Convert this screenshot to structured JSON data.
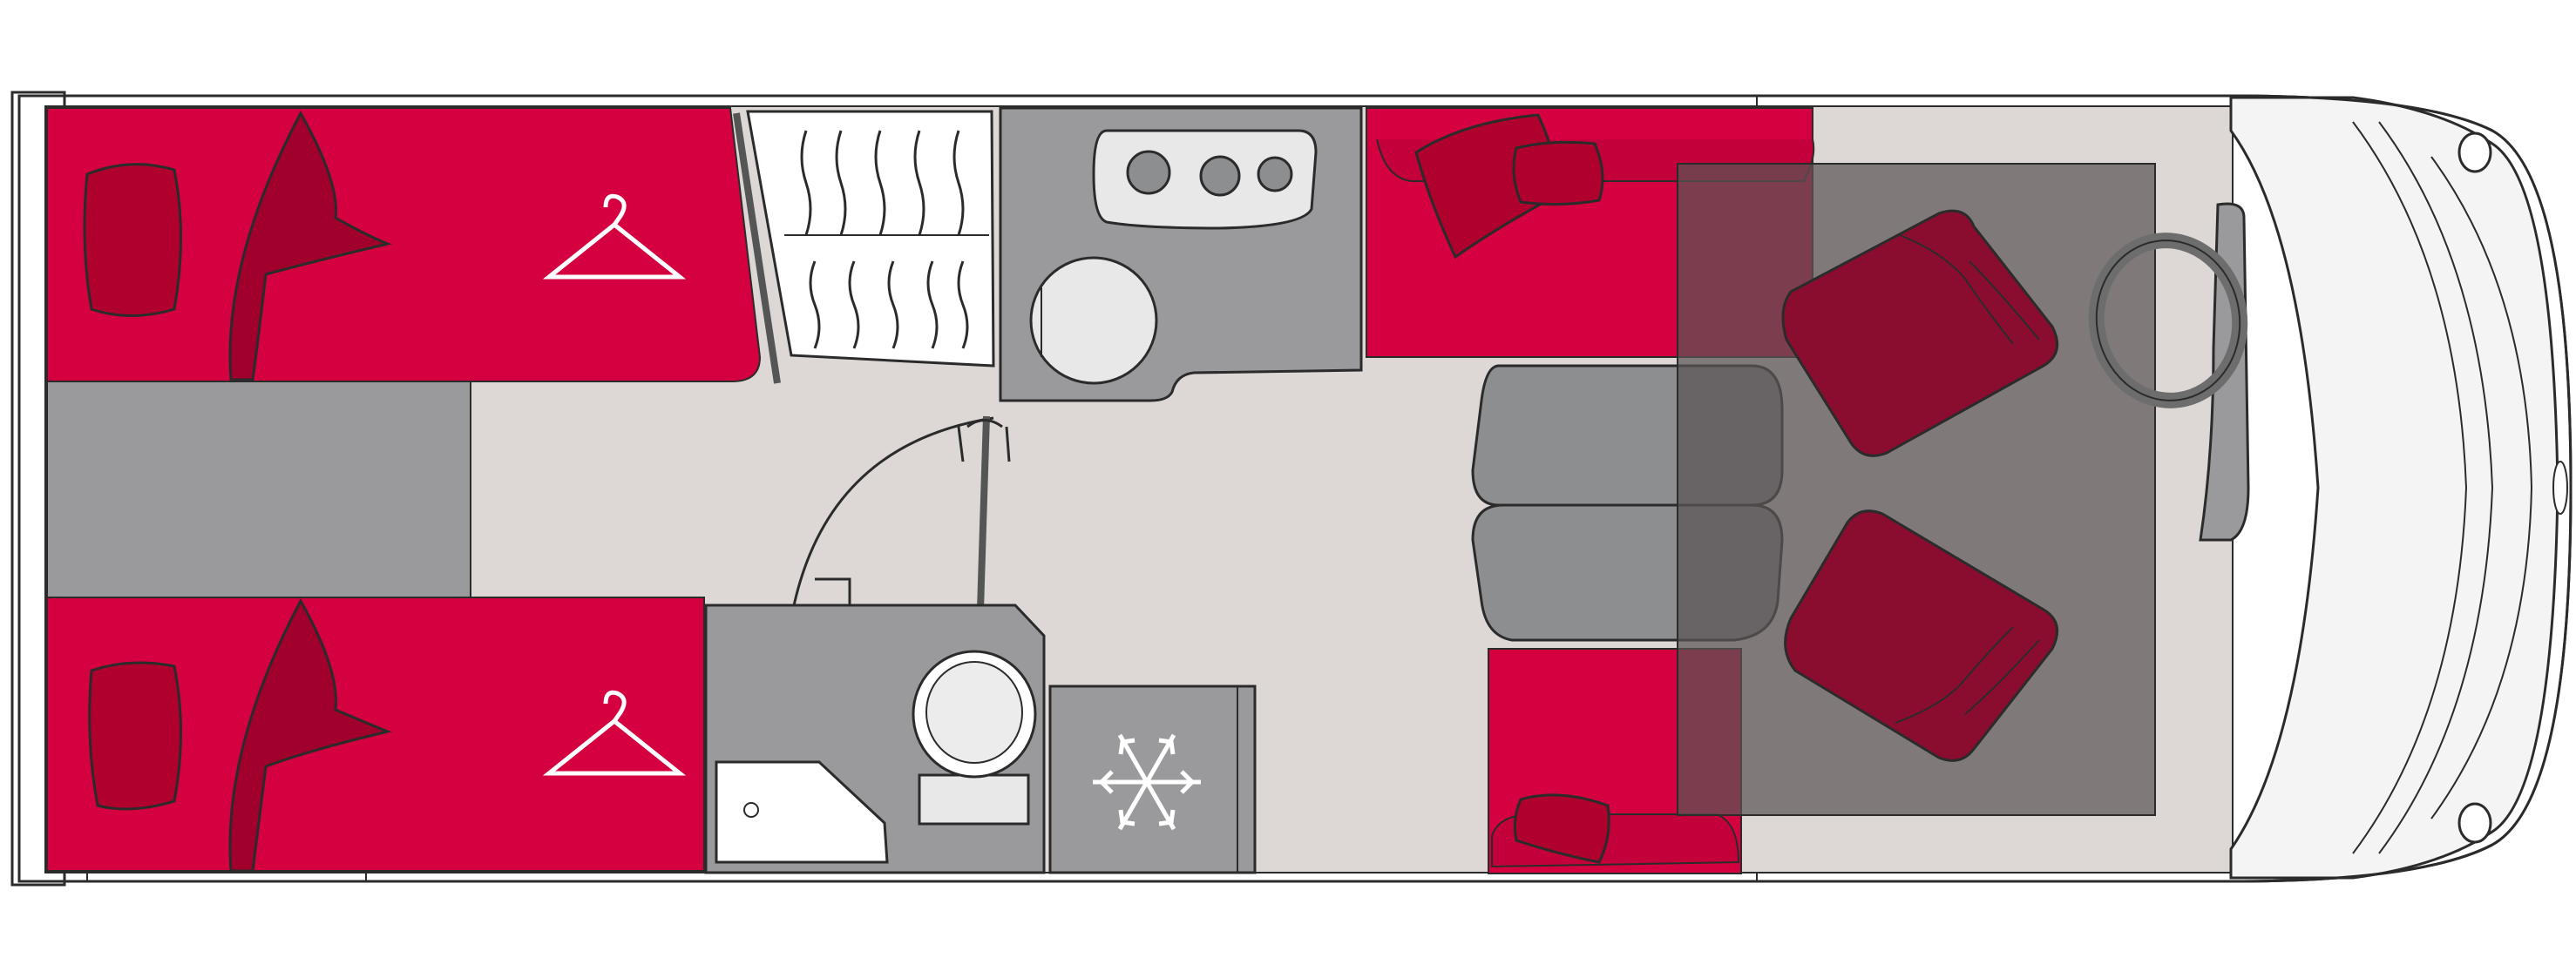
{
  "colors": {
    "background": "#ffffff",
    "vehicle_outline": "#2b2b2b",
    "floor": "#ddd8d6",
    "cabinet_grey": "#9a9a9c",
    "dark_grey": "#8d8e90",
    "bed_red": "#d4003f",
    "pillow_red": "#b0002d",
    "armchair_red": "#8a0d30",
    "cab_overlay": "#5a5555",
    "cab_white": "#f4f4f4"
  },
  "zones": [
    {
      "id": "rear-bed-upper",
      "icon": "pillow-icon"
    },
    {
      "id": "rear-bed-lower",
      "icon": "pillow-icon"
    },
    {
      "id": "wardrobe-upper",
      "icon": "clothes-hanger-icon"
    },
    {
      "id": "wardrobe-lower",
      "icon": "clothes-hanger-icon"
    },
    {
      "id": "oven-shelves",
      "icon": "radiator-icon"
    },
    {
      "id": "kitchen-hob",
      "icon": "hob-icon"
    },
    {
      "id": "kitchen-sink",
      "icon": "sink-icon"
    },
    {
      "id": "fridge",
      "icon": "snowflake-icon"
    },
    {
      "id": "bathroom-toilet",
      "icon": "toilet-icon"
    },
    {
      "id": "bathroom-shower",
      "icon": "shower-tray-icon"
    },
    {
      "id": "dinette-table",
      "icon": "table-icon"
    },
    {
      "id": "cab-seat-driver",
      "icon": "armchair-icon"
    },
    {
      "id": "cab-seat-passenger",
      "icon": "armchair-icon"
    },
    {
      "id": "steering-wheel",
      "icon": "steering-wheel-icon"
    }
  ]
}
